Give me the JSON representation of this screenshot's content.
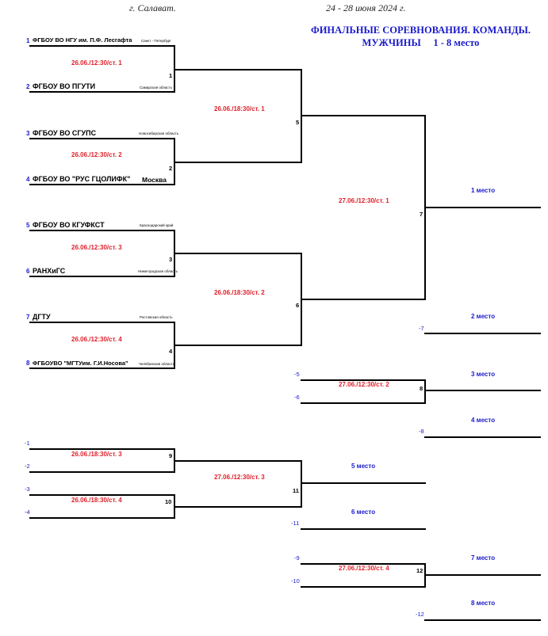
{
  "header": {
    "city": "г. Салават.",
    "dates": "24 - 28 июня 2024 г.",
    "title_line1": "ФИНАЛЬНЫЕ СОРЕВНОВАНИЯ. КОМАНДЫ.",
    "title_line2": "МУЖЧИНЫ     1 - 8 место"
  },
  "teams": [
    {
      "seed": "1",
      "name": "ФГБОУ ВО НГУ им. П.Ф. Лесгафта",
      "region": "Санкт - Петербург"
    },
    {
      "seed": "2",
      "name": "ФГБОУ ВО ПГУТИ",
      "region": "Самарская область"
    },
    {
      "seed": "3",
      "name": "ФГБОУ ВО СГУПС",
      "region": "Новосибирская область"
    },
    {
      "seed": "4",
      "name": "ФГБОУ ВО \"РУС ГЦОЛИФК\"",
      "region": "Москва"
    },
    {
      "seed": "5",
      "name": "ФГБОУ ВО КГУФКСТ",
      "region": "Краснодарский край"
    },
    {
      "seed": "6",
      "name": "РАНХиГС",
      "region": "Нижегородская область"
    },
    {
      "seed": "7",
      "name": "ДГТУ",
      "region": "Ростовская область"
    },
    {
      "seed": "8",
      "name": "ФГБОУВО \"МГТУим. Г.И.Носова\"",
      "region": "Челябинская область"
    }
  ],
  "matches": {
    "m1": {
      "num": "1",
      "sched": "26.06./12:30/ст. 1"
    },
    "m2": {
      "num": "2",
      "sched": "26.06./12:30/ст. 2"
    },
    "m3": {
      "num": "3",
      "sched": "26.06./12:30/ст. 3"
    },
    "m4": {
      "num": "4",
      "sched": "26.06./12:30/ст. 4"
    },
    "m5": {
      "num": "5",
      "sched": "26.06./18:30/ст. 1"
    },
    "m6": {
      "num": "6",
      "sched": "26.06./18:30/ст. 2"
    },
    "m7": {
      "num": "7",
      "sched": "27.06./12:30/ст. 1"
    },
    "m8": {
      "num": "8",
      "sched": "27.06./12:30/ст. 2"
    },
    "m9": {
      "num": "9",
      "sched": "26.06./18:30/ст. 3"
    },
    "m10": {
      "num": "10",
      "sched": "26.06./18:30/ст. 4"
    },
    "m11": {
      "num": "11",
      "sched": "27.06./12:30/ст. 3"
    },
    "m12": {
      "num": "12",
      "sched": "27.06./12:30/ст. 4"
    }
  },
  "losers": {
    "l5": "-5",
    "l6": "-6",
    "l7": "-7",
    "l8": "-8",
    "l1": "-1",
    "l2": "-2",
    "l3": "-3",
    "l4": "-4",
    "l9": "-9",
    "l10": "-10",
    "l11": "-11",
    "l12": "-12"
  },
  "places": {
    "p1": "1 место",
    "p2": "2 место",
    "p3": "3 место",
    "p4": "4 место",
    "p5": "5 место",
    "p6": "6 место",
    "p7": "7 место",
    "p8": "8 место"
  }
}
